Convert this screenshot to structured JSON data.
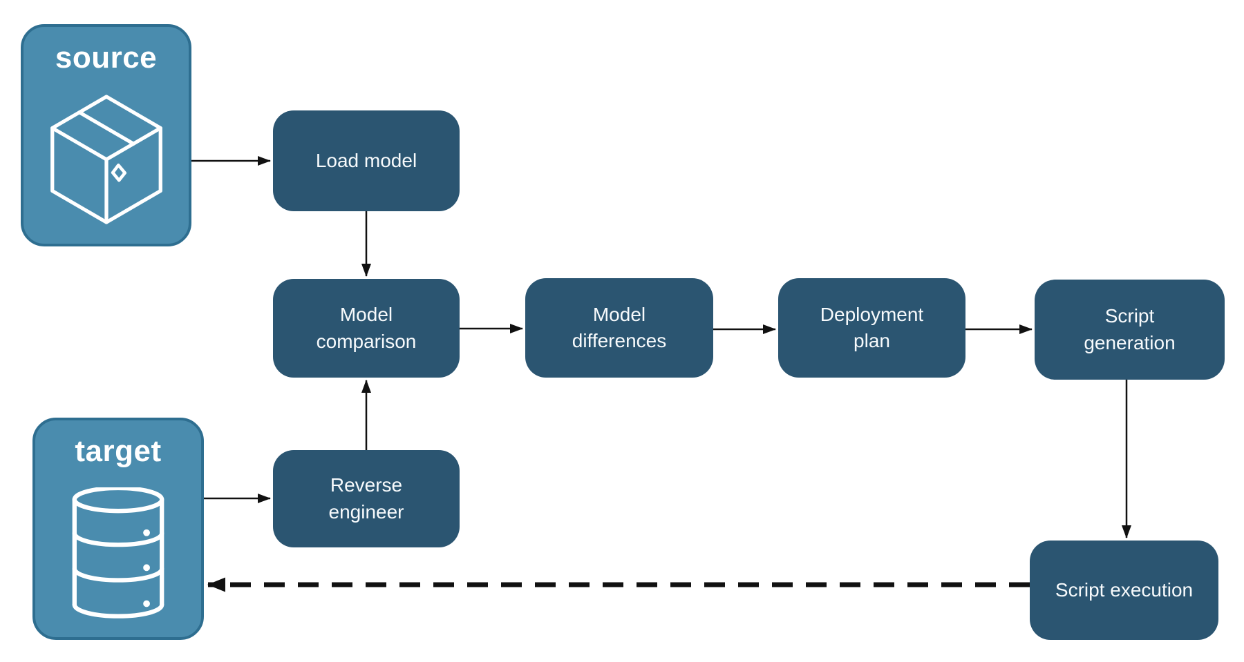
{
  "diagram": {
    "type": "flowchart",
    "background": "#ffffff",
    "colors": {
      "node_fill": "#2B5571",
      "node_text": "#F7FAFC",
      "endpoint_fill": "#4A8CAE",
      "endpoint_border": "#2E6E90",
      "endpoint_text": "#FFFFFF",
      "arrow": "#111111"
    },
    "endpoints": [
      {
        "id": "source",
        "label": "source",
        "icon": "package-icon"
      },
      {
        "id": "target",
        "label": "target",
        "icon": "database-icon"
      }
    ],
    "nodes": [
      {
        "id": "load-model",
        "label": "Load model"
      },
      {
        "id": "model-comparison",
        "label": "Model comparison"
      },
      {
        "id": "model-differences",
        "label": "Model differences"
      },
      {
        "id": "deployment-plan",
        "label": "Deployment plan"
      },
      {
        "id": "script-generation",
        "label": "Script generation"
      },
      {
        "id": "reverse-engineer",
        "label": "Reverse engineer"
      },
      {
        "id": "script-execution",
        "label": "Script execution"
      }
    ],
    "edges": [
      {
        "from": "source",
        "to": "load-model",
        "style": "solid"
      },
      {
        "from": "load-model",
        "to": "model-comparison",
        "style": "solid"
      },
      {
        "from": "model-comparison",
        "to": "model-differences",
        "style": "solid"
      },
      {
        "from": "model-differences",
        "to": "deployment-plan",
        "style": "solid"
      },
      {
        "from": "deployment-plan",
        "to": "script-generation",
        "style": "solid"
      },
      {
        "from": "script-generation",
        "to": "script-execution",
        "style": "solid"
      },
      {
        "from": "target",
        "to": "reverse-engineer",
        "style": "solid"
      },
      {
        "from": "reverse-engineer",
        "to": "model-comparison",
        "style": "solid"
      },
      {
        "from": "script-execution",
        "to": "target",
        "style": "dashed"
      }
    ]
  }
}
